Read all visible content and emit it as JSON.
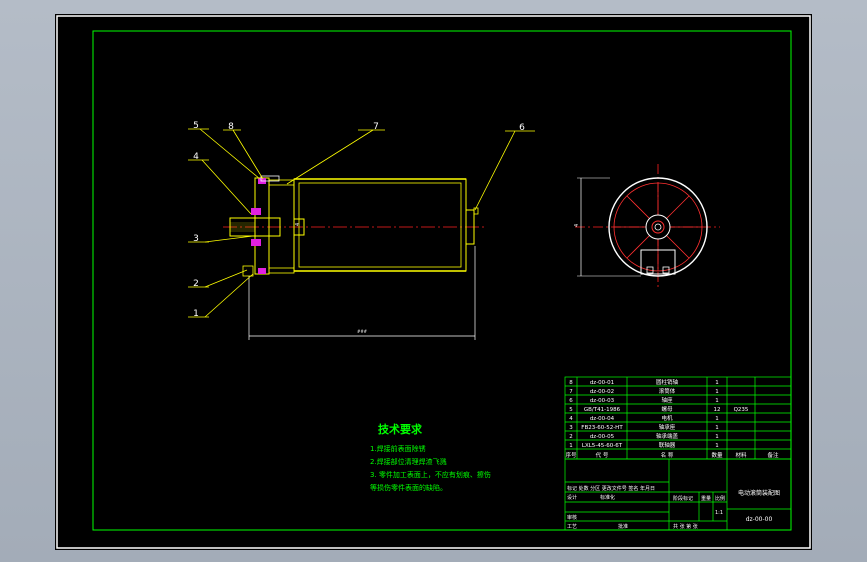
{
  "callouts": [
    "1",
    "2",
    "3",
    "4",
    "5",
    "6",
    "7",
    "8"
  ],
  "dims": {
    "overall_length": "###",
    "shaft_dia": "4",
    "side_dia": "4"
  },
  "tech": {
    "title": "技术要求",
    "lines": [
      "1.焊接前表面除锈",
      "2.焊接部位清理焊渣飞溅",
      "3. 零件加工表面上，不应有划痕、擦伤",
      "等损伤零件表面的缺陷。"
    ]
  },
  "bom": {
    "headers": [
      "序号",
      "代 号",
      "名 称",
      "数量",
      "材料",
      "备注"
    ],
    "rows": [
      {
        "no": "8",
        "code": "dz-00-01",
        "name": "圆柱销轴",
        "qty": "1",
        "mat": "",
        "note": ""
      },
      {
        "no": "7",
        "code": "dz-00-02",
        "name": "滚筒体",
        "qty": "1",
        "mat": "",
        "note": ""
      },
      {
        "no": "6",
        "code": "dz-00-03",
        "name": "轴座",
        "qty": "1",
        "mat": "",
        "note": ""
      },
      {
        "no": "5",
        "code": "GB/T41-1986",
        "name": "螺母",
        "qty": "12",
        "mat": "Q235",
        "note": ""
      },
      {
        "no": "4",
        "code": "dz-00-04",
        "name": "电机",
        "qty": "1",
        "mat": "",
        "note": ""
      },
      {
        "no": "3",
        "code": "FB23-60-52-HT",
        "name": "轴承座",
        "qty": "1",
        "mat": "",
        "note": ""
      },
      {
        "no": "2",
        "code": "dz-00-05",
        "name": "轴承端盖",
        "qty": "1",
        "mat": "",
        "note": ""
      },
      {
        "no": "1",
        "code": "LXL5-45-60-6T",
        "name": "联轴器",
        "qty": "1",
        "mat": "",
        "note": ""
      }
    ]
  },
  "title_block": {
    "revision_row": "标记 处数 分区 更改文件号 签名 年月日",
    "design": "设计",
    "standard": "标准化",
    "stage": "阶段标记",
    "weight": "重量",
    "scale": "比例",
    "scale_val": "1:1",
    "check": "审核",
    "process": "工艺",
    "approve": "批准",
    "sheets": "共 张 第 张",
    "drawing_title": "电动滚筒装配图",
    "drawing_no": "dz-00-00"
  }
}
